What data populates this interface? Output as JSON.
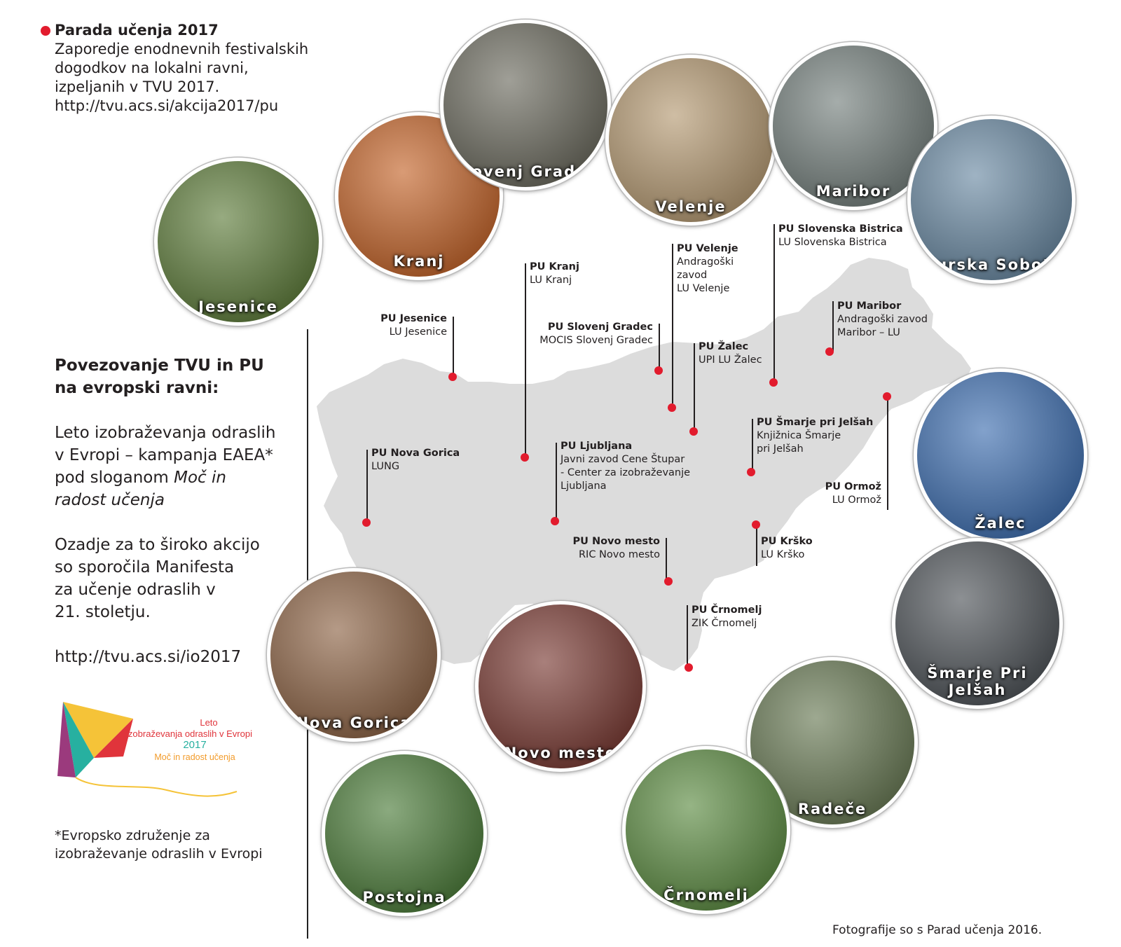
{
  "intro": {
    "title": "Parada učenja 2017",
    "lines": [
      "Zaporedje enodnevnih festivalskih",
      "dogodkov na lokalni ravni,",
      "izpeljanih v TVU 2017.",
      "http://tvu.acs.si/akcija2017/pu"
    ]
  },
  "side": {
    "heading1": "Povezovanje  TVU in PU",
    "heading2": "na evropski ravni:",
    "p1": [
      "Leto izobraževanja odraslih",
      "v Evropi –  kampanja EAEA*",
      "pod sloganom "
    ],
    "p1_italic1": "Moč in",
    "p1_italic2": "radost učenja",
    "p2": [
      "Ozadje za to široko akcijo",
      "so sporočila Manifesta",
      "za učenje odraslih v",
      "21. stoletju."
    ],
    "url": "http://tvu.acs.si/io2017"
  },
  "logo": {
    "line1": "Leto",
    "line2": "izobraževanja odraslih v Evropi",
    "year": "2017",
    "slogan": "Moč in radost učenja",
    "colors": {
      "red": "#e0343b",
      "yellow": "#f5c338",
      "teal": "#27b0a0",
      "purple": "#9b3a7d",
      "orange": "#f29b2a"
    }
  },
  "footnote": [
    "*Evropsko združenje za",
    "izobraževanje odraslih v Evropi"
  ],
  "credit": "Fotografije so s Parad učenja 2016.",
  "colors": {
    "pin": "#e21b2d",
    "map": "#dcdcdc"
  },
  "locations": [
    {
      "name": "PU Jesenice",
      "lines": [
        "LU Jesenice"
      ]
    },
    {
      "name": "PU Kranj",
      "lines": [
        "LU Kranj"
      ]
    },
    {
      "name": "PU Slovenj Gradec",
      "lines": [
        "MOCIS  Slovenj Gradec"
      ]
    },
    {
      "name": "PU Velenje",
      "lines": [
        "Andragoški",
        "zavod",
        "LU Velenje"
      ]
    },
    {
      "name": "PU Žalec",
      "lines": [
        "UPI LU Žalec"
      ]
    },
    {
      "name": "PU Slovenska Bistrica",
      "lines": [
        "LU Slovenska Bistrica"
      ]
    },
    {
      "name": "PU Maribor",
      "lines": [
        "Andragoški zavod",
        "Maribor – LU"
      ]
    },
    {
      "name": "PU Nova Gorica",
      "lines": [
        "LUNG"
      ]
    },
    {
      "name": "PU Ljubljana",
      "lines": [
        "Javni zavod Cene Štupar",
        "- Center za izobraževanje",
        "Ljubljana"
      ]
    },
    {
      "name": "PU Šmarje pri Jelšah",
      "lines": [
        "Knjižnica Šmarje",
        "pri Jelšah"
      ]
    },
    {
      "name": "PU Ormož",
      "lines": [
        "LU Ormož"
      ]
    },
    {
      "name": "PU Novo mesto",
      "lines": [
        "RIC Novo mesto"
      ]
    },
    {
      "name": "PU Krško",
      "lines": [
        "LU Krško"
      ]
    },
    {
      "name": "PU Črnomelj",
      "lines": [
        "ZIK Črnomelj"
      ]
    }
  ],
  "photos": [
    {
      "caption": "Jesenice",
      "bg": "#5f7d3c"
    },
    {
      "caption": "Kranj",
      "bg": "#c4652b"
    },
    {
      "caption": "Slovenj Gradec",
      "bg": "#6c6b5f"
    },
    {
      "caption": "Velenje",
      "bg": "#b59a73"
    },
    {
      "caption": "Maribor",
      "bg": "#75807d"
    },
    {
      "caption": "Murska Sobota",
      "bg": "#6b8aa3"
    },
    {
      "caption": "Žalec",
      "bg": "#3f6fb0"
    },
    {
      "caption": "Šmarje Pri Jelšah",
      "bg": "#4f5459"
    },
    {
      "caption": "Radeče",
      "bg": "#697a55"
    },
    {
      "caption": "Črnomelj",
      "bg": "#5d8c43"
    },
    {
      "caption": "Novo mesto",
      "bg": "#7a3b34"
    },
    {
      "caption": "Nova Gorica",
      "bg": "#8d6446"
    },
    {
      "caption": "Postojna",
      "bg": "#4c7c3a"
    }
  ]
}
